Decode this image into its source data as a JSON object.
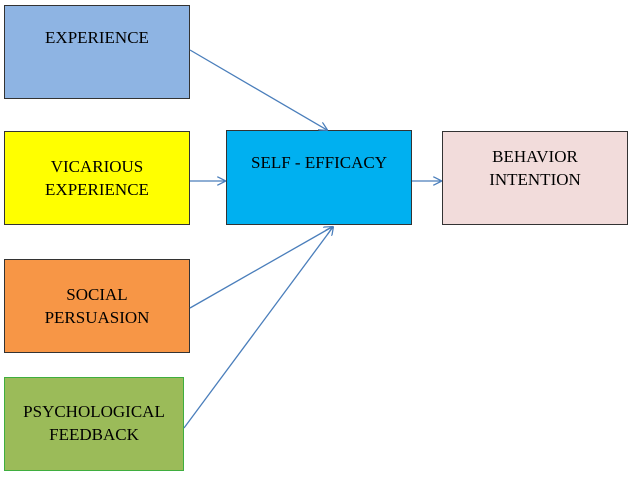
{
  "diagram": {
    "nodes": {
      "experience": {
        "label": "EXPERIENCE",
        "color": "#8eb4e3"
      },
      "vicarious": {
        "label": "VICARIOUS\nEXPERIENCE",
        "color": "#ffff00"
      },
      "social": {
        "label": "SOCIAL\nPERSUASION",
        "color": "#f79646"
      },
      "psychological": {
        "label": "PSYCHOLOGICAL\nFEEDBACK",
        "color": "#9bbb59"
      },
      "self_efficacy": {
        "label": "SELF - EFFICACY",
        "color": "#00b0f0"
      },
      "behavior": {
        "label": "BEHAVIOR\nINTENTION",
        "color": "#f2dcdb"
      }
    },
    "edges": [
      {
        "from": "experience",
        "to": "self_efficacy"
      },
      {
        "from": "vicarious",
        "to": "self_efficacy"
      },
      {
        "from": "social",
        "to": "self_efficacy"
      },
      {
        "from": "psychological",
        "to": "self_efficacy"
      },
      {
        "from": "self_efficacy",
        "to": "behavior"
      }
    ],
    "arrow_color": "#4a7ebb"
  }
}
